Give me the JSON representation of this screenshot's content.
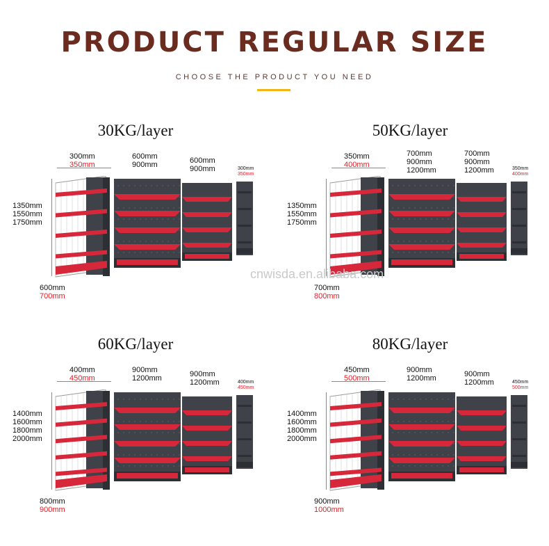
{
  "header": {
    "title": "PRODUCT REGULAR SIZE",
    "subtitle": "CHOOSE THE PRODUCT YOU NEED",
    "accent_color": "#f2b416",
    "title_color": "#6b2c1f"
  },
  "watermark": "cnwisda.en.alibaba.com",
  "colors": {
    "shelf_body": "#3f4349",
    "shelf_edge": "#d6283a"
  },
  "panels": [
    {
      "title": "30KG/layer",
      "depth_top": [
        "300mm",
        "350mm"
      ],
      "width_a": [
        "600mm",
        "900mm"
      ],
      "width_b": [
        "600mm",
        "900mm"
      ],
      "end_depth": [
        "300mm",
        "350mm"
      ],
      "heights": [
        "1350mm",
        "1550mm",
        "1750mm"
      ],
      "base_depth": [
        "600mm",
        "700mm"
      ]
    },
    {
      "title": "50KG/layer",
      "depth_top": [
        "350mm",
        "400mm"
      ],
      "width_a": [
        "700mm",
        "900mm",
        "1200mm"
      ],
      "width_b": [
        "700mm",
        "900mm",
        "1200mm"
      ],
      "end_depth": [
        "350mm",
        "400mm"
      ],
      "heights": [
        "1350mm",
        "1550mm",
        "1750mm"
      ],
      "base_depth": [
        "700mm",
        "800mm"
      ]
    },
    {
      "title": "60KG/layer",
      "depth_top": [
        "400mm",
        "450mm"
      ],
      "width_a": [
        "900mm",
        "1200mm"
      ],
      "width_b": [
        "900mm",
        "1200mm"
      ],
      "end_depth": [
        "400mm",
        "450mm"
      ],
      "heights": [
        "1400mm",
        "1600mm",
        "1800mm",
        "2000mm"
      ],
      "base_depth": [
        "800mm",
        "900mm"
      ]
    },
    {
      "title": "80KG/layer",
      "depth_top": [
        "450mm",
        "500mm"
      ],
      "width_a": [
        "900mm",
        "1200mm"
      ],
      "width_b": [
        "900mm",
        "1200mm"
      ],
      "end_depth": [
        "450mm",
        "500mm"
      ],
      "heights": [
        "1400mm",
        "1600mm",
        "1800mm",
        "2000mm"
      ],
      "base_depth": [
        "900mm",
        "1000mm"
      ]
    }
  ]
}
